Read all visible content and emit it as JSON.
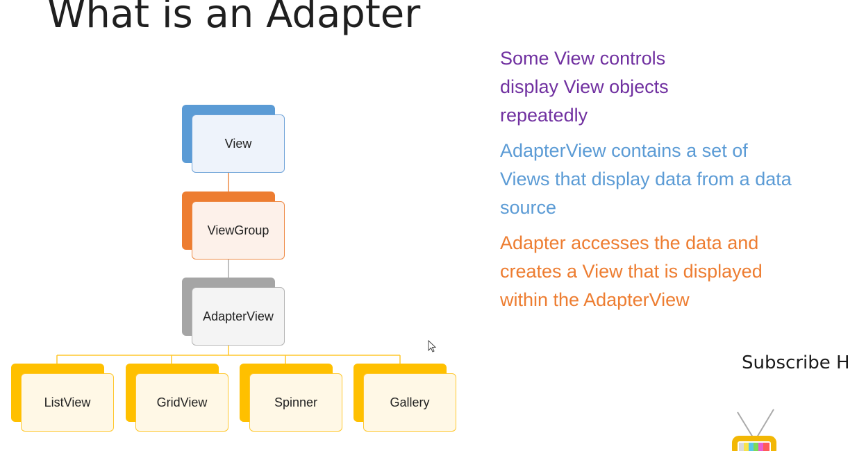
{
  "slide": {
    "title": "What is an Adapter"
  },
  "diagram": {
    "root": "View",
    "level2": "ViewGroup",
    "level3": "AdapterView",
    "children": [
      "ListView",
      "GridView",
      "Spinner",
      "Gallery"
    ],
    "colors": {
      "view": "#5b9bd5",
      "viewgroup": "#ed7d31",
      "adapterview": "#a5a5a5",
      "children": "#ffc000"
    }
  },
  "bullets": [
    {
      "text": "Some View controls display View objects repeatedly",
      "color": "#7030a0"
    },
    {
      "text": "AdapterView contains a set of Views that display data from a data source",
      "color": "#5b9bd5"
    },
    {
      "text": "Adapter accesses the data and creates a View that is displayed within the AdapterView",
      "color": "#ed7d31"
    }
  ],
  "overlay": {
    "subscribe": "Subscribe H",
    "icons": [
      "mouse-cursor-icon",
      "tv-mascot-icon"
    ]
  }
}
